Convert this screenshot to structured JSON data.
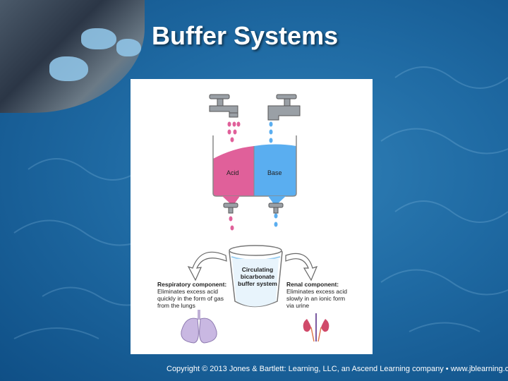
{
  "slide": {
    "title": "Buffer Systems",
    "copyright": "Copyright © 2013 Jones & Bartlett: Learning, LLC, an Ascend Learning company • www.jblearning.com"
  },
  "figure": {
    "acid_label": "Acid",
    "base_label": "Base",
    "center_label": [
      "Circulating",
      "bicarbonate",
      "buffer system"
    ],
    "respiratory": {
      "heading": "Respiratory component:",
      "lines": [
        "Eliminates excess acid",
        "quickly in the form of gas",
        "from the lungs"
      ]
    },
    "renal": {
      "heading": "Renal component:",
      "lines": [
        "Eliminates excess acid",
        "slowly in an ionic form",
        "via urine"
      ]
    }
  },
  "colors": {
    "acid": "#e0609a",
    "base": "#5aaef0",
    "background": "#1f6aa3"
  }
}
